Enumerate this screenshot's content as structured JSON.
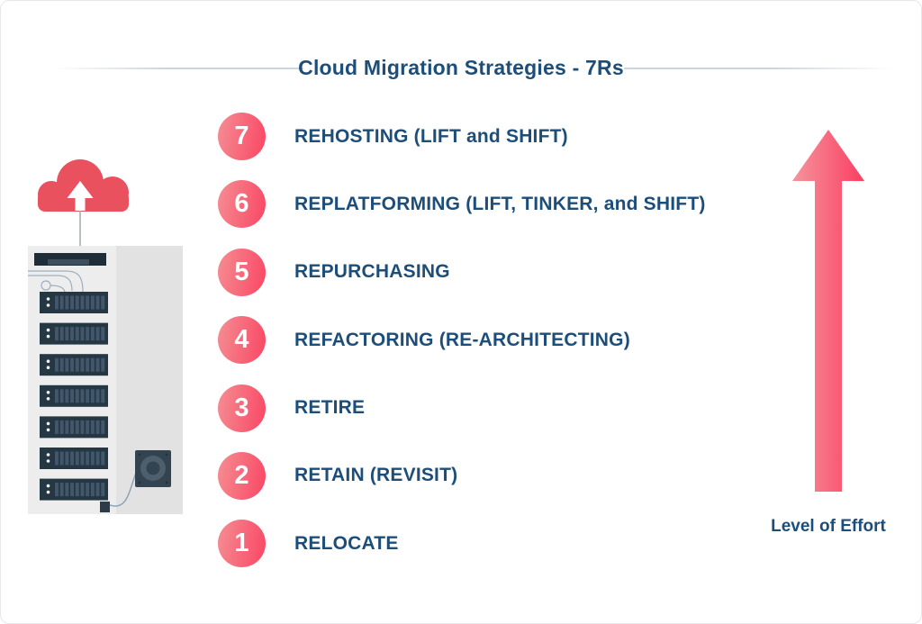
{
  "title": "Cloud Migration Strategies - 7Rs",
  "strategies": [
    {
      "number": "7",
      "label": "REHOSTING (LIFT and SHIFT)"
    },
    {
      "number": "6",
      "label": "REPLATFORMING (LIFT, TINKER, and SHIFT)"
    },
    {
      "number": "5",
      "label": "REPURCHASING"
    },
    {
      "number": "4",
      "label": "REFACTORING (RE-ARCHITECTING)"
    },
    {
      "number": "3",
      "label": "RETIRE"
    },
    {
      "number": "2",
      "label": "RETAIN (REVISIT)"
    },
    {
      "number": "1",
      "label": "RELOCATE"
    }
  ],
  "effort_arrow": {
    "label": "Level of Effort",
    "direction": "up"
  },
  "illustration": {
    "name": "server-rack-uploading-to-cloud",
    "cloud_icon": "cloud-upload-icon",
    "server_units": 7,
    "has_fan_unit": true
  },
  "colors": {
    "text_navy": "#1d4e79",
    "badge_gradient_start": "#f5878f",
    "badge_gradient_end": "#f94d68",
    "arrow_gradient_start": "#f4949c",
    "arrow_gradient_end": "#fb3e61",
    "cloud_red": "#e9515f",
    "rack_body": "#ededed",
    "rack_side_panel": "#e2e2e2",
    "server_unit_dark": "#263744",
    "server_unit_slat": "#42576b",
    "divider_line": "#cad5df",
    "background": "#ffffff"
  }
}
